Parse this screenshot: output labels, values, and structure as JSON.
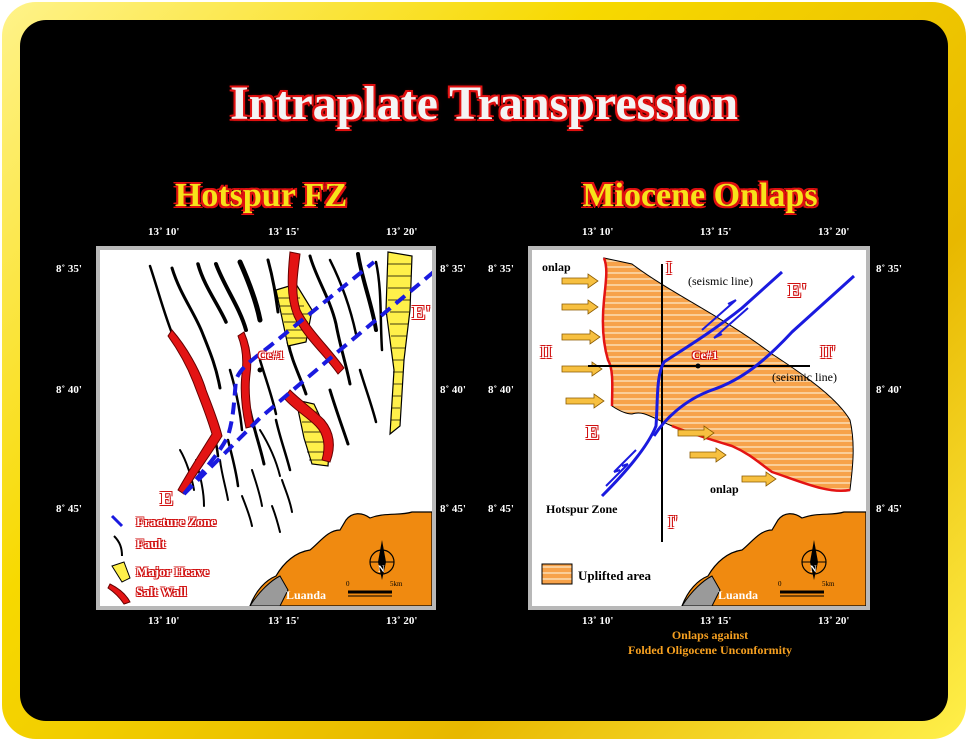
{
  "slide": {
    "title": "Intraplate Transpression"
  },
  "left_panel": {
    "heading": "Hotspur FZ",
    "top_ticks": [
      "13˚ 10'",
      "13˚ 15'",
      "13˚ 20'"
    ],
    "bottom_ticks": [
      "13˚ 10'",
      "13˚ 15'",
      "13˚ 20'"
    ],
    "left_ticks": [
      "8˚ 35'",
      "8˚ 40'",
      "8˚ 45'"
    ],
    "right_ticks": [
      "8˚ 35'",
      "8˚ 40'",
      "8˚ 45'"
    ],
    "well_label": "Ce#1",
    "point_e": "E",
    "point_e_prime": "E'",
    "legend": {
      "fracture_zone": "Fracture Zone",
      "fault": "Fault",
      "major_heave": "Major Heave",
      "salt_wall": "Salt Wall"
    },
    "inset_city": "Luanda",
    "north_label": "N",
    "scale_zero": "0",
    "scale_end": "5km"
  },
  "right_panel": {
    "heading": "Miocene Onlaps",
    "top_ticks": [
      "13˚ 10'",
      "13˚ 15'",
      "13˚ 20'"
    ],
    "bottom_ticks": [
      "13˚ 10'",
      "13˚ 15'",
      "13˚ 20'"
    ],
    "left_ticks": [
      "8˚ 35'",
      "8˚ 40'",
      "8˚ 45'"
    ],
    "right_ticks": [
      "8˚ 35'",
      "8˚ 40'",
      "8˚ 45'"
    ],
    "well_label": "Ce#1",
    "onlap_top": "onlap",
    "onlap_bottom": "onlap",
    "line_i": "I",
    "line_i_prime": "I'",
    "line_ii": "II",
    "line_ii_prime": "II'",
    "seismic_line_1": "(seismic line)",
    "seismic_line_2": "(seismic line)",
    "point_e": "E",
    "point_e_prime": "E'",
    "hotspur_zone": "Hotspur Zone",
    "legend_uplifted": "Uplifted area",
    "inset_city": "Luanda",
    "north_label": "N",
    "scale_zero": "0",
    "scale_end": "5km",
    "caption_line1": "Onlaps against",
    "caption_line2": "Folded Oligocene Unconformity"
  },
  "colors": {
    "frame_gold": "#f7d900",
    "background": "#000000",
    "salt_wall_red": "#e31414",
    "fracture_blue": "#1a1adf",
    "heave_yellow": "#fff04a",
    "uplift_orange": "#f7a24a",
    "land_orange": "#f08a10"
  }
}
